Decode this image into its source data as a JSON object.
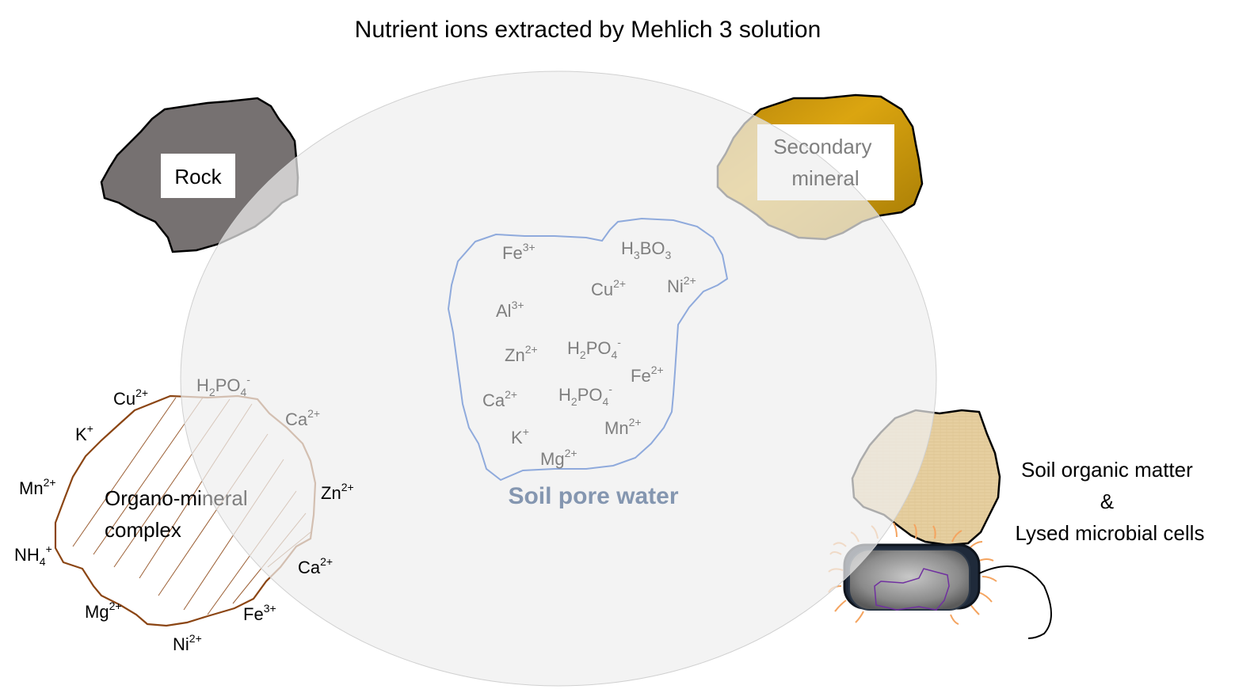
{
  "title": "Nutrient ions extracted by Mehlich 3 solution",
  "labels": {
    "rock": "Rock",
    "secondary_line1": "Secondary",
    "secondary_line2": "mineral",
    "organo_line1": "Organo-mineral",
    "organo_line2": "complex",
    "pore_water": "Soil pore water",
    "som_line1": "Soil organic matter",
    "som_line2": "&",
    "som_line3": "Lysed microbial cells"
  },
  "pore_ions": [
    {
      "base": "Fe",
      "sup": "3+"
    },
    {
      "base": "H",
      "sub1": "3",
      "mid": "BO",
      "sub2": "3"
    },
    {
      "base": "Cu",
      "sup": "2+"
    },
    {
      "base": "Ni",
      "sup": "2+"
    },
    {
      "base": "Al",
      "sup": "3+"
    },
    {
      "base": "Zn",
      "sup": "2+"
    },
    {
      "base": "H",
      "sub1": "2",
      "mid": "PO",
      "sub2": "4",
      "sup": "-"
    },
    {
      "base": "Fe",
      "sup": "2+"
    },
    {
      "base": "Ca",
      "sup": "2+"
    },
    {
      "base": "H",
      "sub1": "2",
      "mid": "PO",
      "sub2": "4",
      "sup": "-"
    },
    {
      "base": "Mn",
      "sup": "2+"
    },
    {
      "base": "K",
      "sup": "+"
    },
    {
      "base": "Mg",
      "sup": "2+"
    }
  ],
  "complex_ions": [
    {
      "base": "Cu",
      "sup": "2+"
    },
    {
      "base": "H",
      "sub1": "2",
      "mid": "PO",
      "sub2": "4",
      "sup": "-"
    },
    {
      "base": "Ca",
      "sup": "2+"
    },
    {
      "base": "K",
      "sup": "+"
    },
    {
      "base": "Mn",
      "sup": "2+"
    },
    {
      "base": "Zn",
      "sup": "2+"
    },
    {
      "base": "NH",
      "sub1": "4",
      "sup": "+"
    },
    {
      "base": "Ca",
      "sup": "2+"
    },
    {
      "base": "Mg",
      "sup": "2+"
    },
    {
      "base": "Fe",
      "sup": "3+"
    },
    {
      "base": "Ni",
      "sup": "2+"
    }
  ],
  "colors": {
    "rock": "#767171",
    "secondary_mineral": "#c9a227",
    "soil_organic_matter": "#e6cfa0",
    "pore_water_outline": "#8faadc",
    "pore_water_label": "#8496b0",
    "complex_outline": "#8b4513",
    "big_circle": "#f2f2f2",
    "grey_text": "#7f7f7f"
  }
}
